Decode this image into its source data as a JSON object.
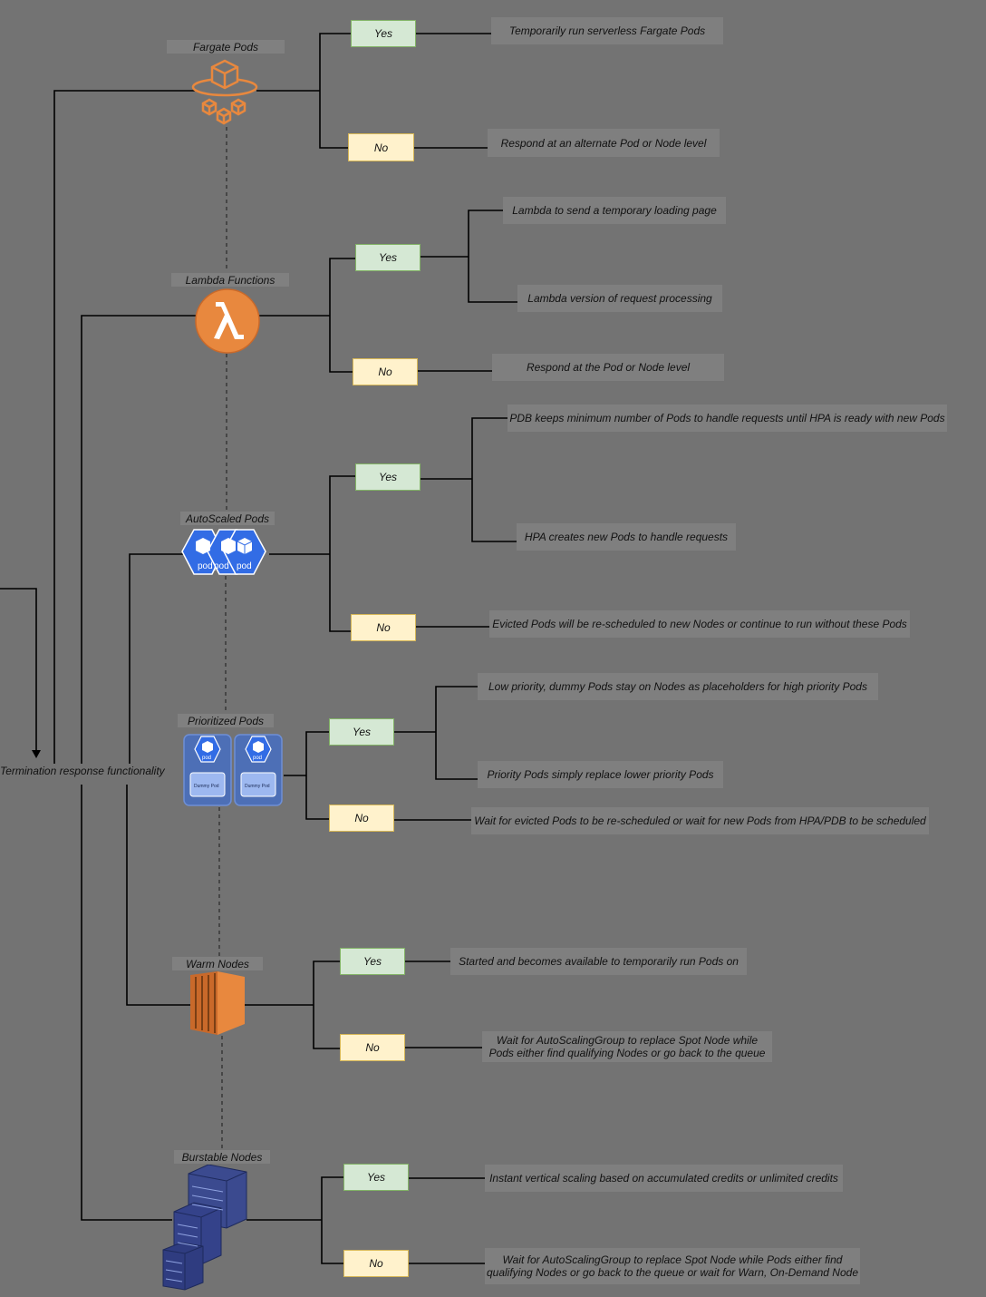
{
  "root": {
    "label": "Termination response functionality"
  },
  "sections": {
    "fargate": {
      "title": "Fargate Pods",
      "icon": "fargate-icon",
      "yes": "Yes",
      "no": "No",
      "yes_outcomes": [
        "Temporarily run serverless Fargate Pods"
      ],
      "no_outcome": "Respond at an alternate Pod or Node level"
    },
    "lambda": {
      "title": "Lambda Functions",
      "icon": "lambda-icon",
      "yes": "Yes",
      "no": "No",
      "yes_outcomes": [
        "Lambda to send a temporary loading page",
        "Lambda version of request processing"
      ],
      "no_outcome": "Respond at the Pod or Node level"
    },
    "autoscaled": {
      "title": "AutoScaled Pods",
      "icon": "kubernetes-pods-icon",
      "pod_label": "pod",
      "yes": "Yes",
      "no": "No",
      "yes_outcomes": [
        "PDB keeps minimum number of Pods to handle requests until HPA is ready with new Pods",
        "HPA creates new Pods to handle requests"
      ],
      "no_outcome": "Evicted Pods will be re-scheduled to new Nodes or continue to run without these Pods"
    },
    "prioritized": {
      "title": "Prioritized Pods",
      "icon": "prioritized-pods-icon",
      "pod_label": "pod",
      "dummy_label": "Dummy Pod",
      "yes": "Yes",
      "no": "No",
      "yes_outcomes": [
        "Low priority, dummy Pods stay on Nodes as placeholders for high priority Pods",
        "Priority Pods simply replace lower priority Pods"
      ],
      "no_outcome": "Wait for evicted Pods to be re-scheduled or wait for new Pods from HPA/PDB to be scheduled"
    },
    "warm": {
      "title": "Warm Nodes",
      "icon": "ec2-instance-icon",
      "yes": "Yes",
      "no": "No",
      "yes_outcomes": [
        "Started and becomes available to temporarily run Pods on"
      ],
      "no_outcome_lines": [
        "Wait for AutoScalingGroup to replace Spot Node while",
        "Pods either find qualifying Nodes or go back to the queue"
      ]
    },
    "burstable": {
      "title": "Burstable Nodes",
      "icon": "server-stack-icon",
      "yes": "Yes",
      "no": "No",
      "yes_outcomes": [
        "Instant vertical scaling based on accumulated credits or unlimited credits"
      ],
      "no_outcome_lines": [
        "Wait for AutoScalingGroup to replace Spot Node while Pods either find",
        "qualifying Nodes or go back to the queue or wait for Warn, On-Demand Node"
      ]
    }
  },
  "colors": {
    "background": "#737373",
    "yes_fill": "#d5e8d4",
    "yes_border": "#82b366",
    "no_fill": "#fff2cc",
    "no_border": "#d6b656",
    "aws_orange": "#e8883e",
    "k8s_blue": "#326ce5",
    "burst_navy": "#3b4a8f"
  }
}
